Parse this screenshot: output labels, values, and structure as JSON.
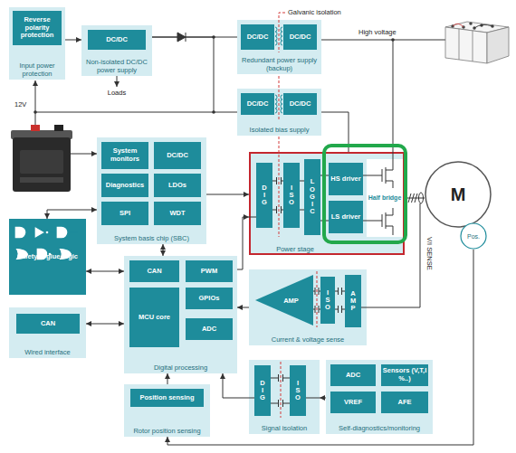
{
  "diagram": {
    "nodes": [
      {
        "text": [
          "Input power protection"
        ]
      },
      {
        "text": [
          "Reverse polarity protection"
        ],
        "in": 0
      },
      {
        "text": [
          "Non-isolated DC/DC power supply"
        ]
      },
      {
        "text": [
          "DC/DC"
        ],
        "in": 2
      },
      {
        "text": [
          "Redundant power supply (backup)"
        ]
      },
      {
        "text": [
          "DC/DC"
        ],
        "in": 4
      },
      {
        "text": [
          "DC/DC"
        ],
        "in": 4
      },
      {
        "text": [
          "Isolated bias supply"
        ]
      },
      {
        "text": [
          "DC/DC"
        ],
        "in": 7
      },
      {
        "text": [
          "DC/DC"
        ],
        "in": 7
      },
      {
        "text": [
          "System basis chip (SBC)"
        ]
      },
      {
        "text": [
          "System monitors"
        ],
        "in": 10
      },
      {
        "text": [
          "DC/DC"
        ],
        "in": 10
      },
      {
        "text": [
          "Diagnostics"
        ],
        "in": 10
      },
      {
        "text": [
          "LDOs"
        ],
        "in": 10
      },
      {
        "text": [
          "SPI"
        ],
        "in": 10
      },
      {
        "text": [
          "WDT"
        ],
        "in": 10
      },
      {
        "text": [
          "Power stage"
        ]
      },
      {
        "text": [
          "DIG"
        ],
        "in": 17
      },
      {
        "text": [
          "ISO"
        ],
        "in": 17
      },
      {
        "text": [
          "LOGIC"
        ],
        "in": 17
      },
      {
        "text": [
          "HS driver"
        ],
        "in": 17
      },
      {
        "text": [
          "LS driver"
        ],
        "in": 17
      },
      {
        "text": [
          "Half bridge"
        ],
        "in": 17
      },
      {
        "text": [
          "M"
        ]
      },
      {
        "text": [
          "Pos."
        ]
      },
      {
        "text": [
          "Safety & glue logic"
        ]
      },
      {
        "text": [
          "Digital processing"
        ]
      },
      {
        "text": [
          "CAN"
        ],
        "in": 27
      },
      {
        "text": [
          "PWM"
        ],
        "in": 27
      },
      {
        "text": [
          "MCU core"
        ],
        "in": 27
      },
      {
        "text": [
          "GPIOs"
        ],
        "in": 27
      },
      {
        "text": [
          "ADC"
        ],
        "in": 27
      },
      {
        "text": [
          "Current & voltage sense"
        ]
      },
      {
        "text": [
          "AMP"
        ],
        "in": 33
      },
      {
        "text": [
          "ISO"
        ],
        "in": 33
      },
      {
        "text": [
          "AMP"
        ],
        "in": 33
      },
      {
        "text": [
          "Wired interface"
        ]
      },
      {
        "text": [
          "CAN"
        ],
        "in": 37
      },
      {
        "text": [
          "Rotor position sensing"
        ]
      },
      {
        "text": [
          "Position sensing"
        ],
        "in": 39
      },
      {
        "text": [
          "Signal isolation"
        ]
      },
      {
        "text": [
          "DIG"
        ],
        "in": 41
      },
      {
        "text": [
          "ISO"
        ],
        "in": 41
      },
      {
        "text": [
          "Self-diagnostics/monitoring"
        ]
      },
      {
        "text": [
          "ADC"
        ],
        "in": 44
      },
      {
        "text": [
          "Sensors (V,T,I %..)"
        ],
        "in": 44
      },
      {
        "text": [
          "VREF"
        ],
        "in": 44
      },
      {
        "text": [
          "AFE"
        ],
        "in": 44
      }
    ],
    "edges": [
      {
        "from": 0,
        "to": 2,
        "arrow": "to"
      },
      {
        "from": 2,
        "to": 4,
        "arrow": "none"
      },
      {
        "from": 2,
        "to": 7,
        "arrow": "none"
      },
      {
        "from": 7,
        "to": 17,
        "arrow": "none"
      },
      {
        "from": 10,
        "to": 17,
        "arrow": "to"
      },
      {
        "from": 26,
        "to": 10,
        "arrow": "both"
      },
      {
        "from": 10,
        "to": 27,
        "arrow": "both"
      },
      {
        "from": 26,
        "to": 27,
        "arrow": "both"
      },
      {
        "from": 27,
        "to": 17,
        "arrow": "to"
      },
      {
        "from": 23,
        "to": 24,
        "arrow": "none"
      },
      {
        "from": 37,
        "to": 27,
        "arrow": "both"
      },
      {
        "from": 33,
        "to": 27,
        "arrow": "to"
      },
      {
        "from": 25,
        "to": 39,
        "arrow": "to"
      },
      {
        "from": 39,
        "to": 27,
        "arrow": "to"
      },
      {
        "from": 41,
        "to": 27,
        "arrow": "to"
      },
      {
        "from": 44,
        "to": 41,
        "arrow": "to"
      }
    ],
    "labels": [
      "Loads",
      "12V",
      "Galvanic isolation",
      "High voltage",
      "V/I SENSE"
    ]
  }
}
